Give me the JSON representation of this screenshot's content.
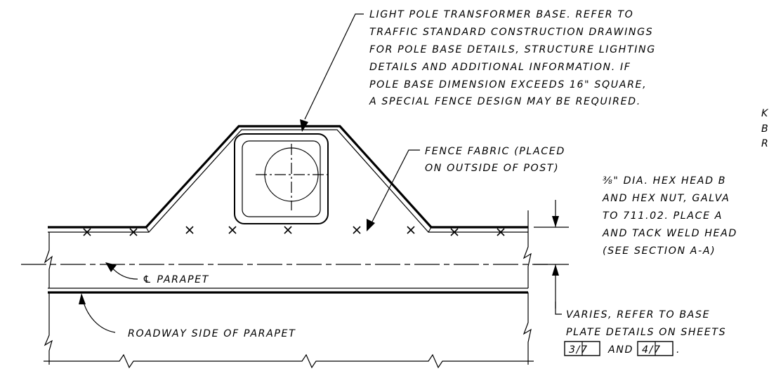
{
  "notes": {
    "transformer_base": [
      "LIGHT POLE TRANSFORMER BASE. REFER TO",
      "TRAFFIC STANDARD CONSTRUCTION DRAWINGS",
      "FOR POLE BASE DETAILS, STRUCTURE LIGHTING",
      "DETAILS AND ADDITIONAL INFORMATION. IF",
      "POLE BASE DIMENSION EXCEEDS 16\" SQUARE,",
      "A SPECIAL FENCE DESIGN MAY BE REQUIRED."
    ],
    "fence_fabric": [
      "FENCE FABRIC (PLACED",
      "ON OUTSIDE OF POST)"
    ],
    "parapet_cl": "℄ PARAPET",
    "roadway_side": "ROADWAY SIDE OF PARAPET",
    "varies": [
      "VARIES, REFER TO BASE",
      "PLATE DETAILS ON SHEETS"
    ],
    "sheet_ref_1": "3/7",
    "sheet_ref_connector": "AND",
    "sheet_ref_2": "4/7",
    "sheet_ref_end": ".",
    "bolt": [
      "⅜\" DIA. HEX HEAD B",
      "AND HEX NUT, GALVA",
      "TO 711.02. PLACE A",
      "AND TACK WELD HEAD",
      "(SEE SECTION A-A)"
    ],
    "edge_fragment": [
      "K",
      "B",
      "R"
    ]
  }
}
